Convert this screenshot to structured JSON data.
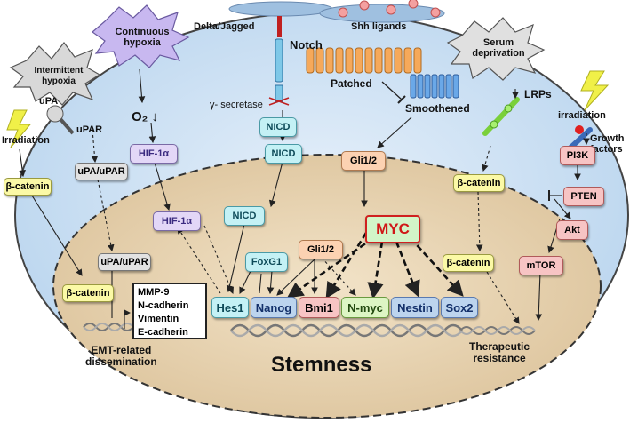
{
  "stimuli": {
    "continuous_hypoxia": "Continuous\nhypoxia",
    "intermittent_hypoxia": "Intermittent\nhypoxia",
    "serum_deprivation": "Serum\ndeprivation",
    "irradiation_left": "Irradiation",
    "irradiation_right": "irradiation"
  },
  "membrane_labels": {
    "delta_jagged": "Delta/Jagged",
    "notch": "Notch",
    "shh_ligands": "Shh ligands",
    "patched": "Patched",
    "smoothened": "Smoothened",
    "gamma_secretase": "γ- secretase",
    "upa": "uPA",
    "upar": "uPAR",
    "lrps": "LRPs",
    "growth_factors": "Growth\nfactors",
    "o2": "O₂ ↓"
  },
  "cytoplasm_boxes": {
    "hif1a_top": "HIF-1α",
    "upa_upar_top": "uPA/uPAR",
    "beta_catenin_left": "β-catenin",
    "nicd_1": "NICD",
    "nicd_2": "NICD",
    "gli_top": "Gli1/2",
    "beta_catenin_right": "β-catenin",
    "pi3k": "PI3K",
    "pten": "PTEN"
  },
  "nucleus_boxes": {
    "hif1a": "HIF-1α",
    "upa_upar": "uPA/uPAR",
    "beta_catenin_left": "β-catenin",
    "nicd": "NICD",
    "foxg1": "FoxG1",
    "gli": "Gli1/2",
    "myc": "MYC",
    "beta_catenin_right": "β-catenin",
    "akt": "Akt",
    "mtor": "mTOR"
  },
  "targets": [
    "Hes1",
    "Nanog",
    "Bmi1",
    "N-myc",
    "Nestin",
    "Sox2"
  ],
  "emt_markers": [
    "MMP-9",
    "N-cadherin",
    "Vimentin",
    "E-cadherin"
  ],
  "outcomes": {
    "emt": "EMT-related\ndissemination",
    "stemness": "Stemness",
    "resistance": "Therapeutic\nresistance"
  },
  "colors": {
    "cell_fill": "#cfe2f3",
    "nucleus_fill": "#ead7b5",
    "myc_red": "#d01818",
    "up_arrow": "#e01010"
  }
}
